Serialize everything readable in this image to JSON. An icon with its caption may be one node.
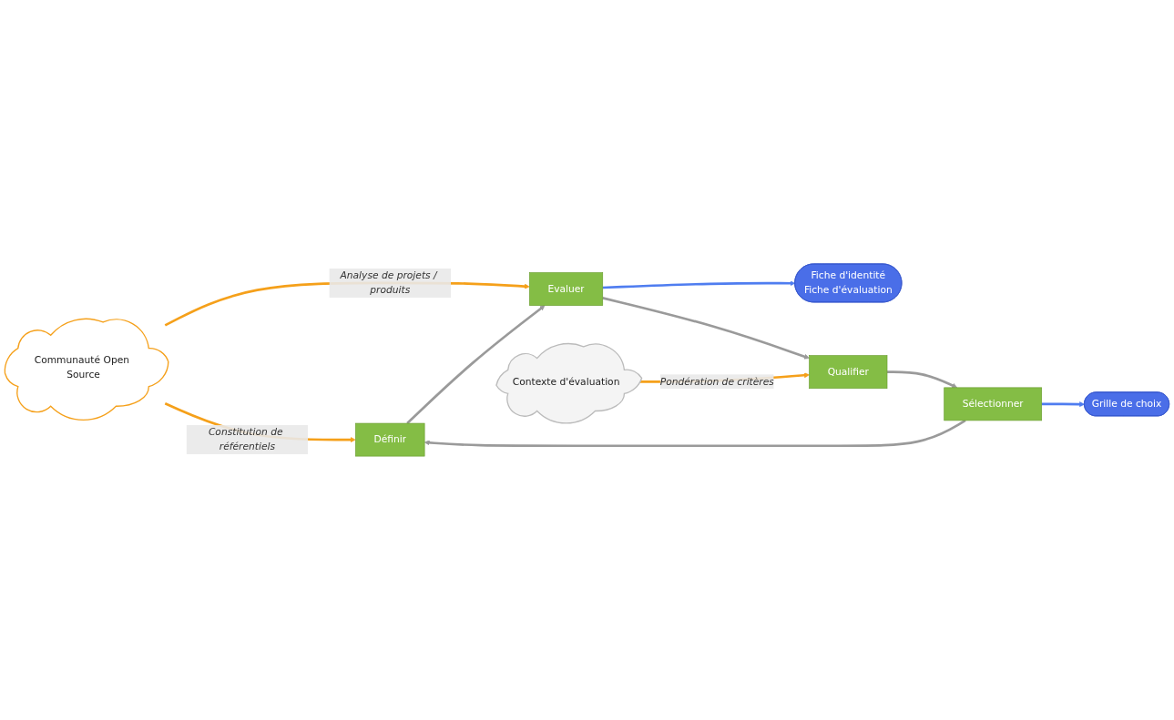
{
  "diagram": {
    "nodes": [
      {
        "text": [
          "Communauté Open Source"
        ]
      },
      {
        "text": [
          "Définir"
        ]
      },
      {
        "text": [
          "Evaluer"
        ]
      },
      {
        "text": [
          "Fiche d'identité",
          "Fiche d'évaluation"
        ]
      },
      {
        "text": [
          "Qualifier"
        ]
      },
      {
        "text": [
          "Contexte d'évaluation"
        ]
      },
      {
        "text": [
          "Sélectionner"
        ]
      },
      {
        "text": [
          "Grille de choix"
        ]
      }
    ],
    "edges": [
      {
        "from": 0,
        "to": 1,
        "arrow": "to",
        "label": "Constitution de référentiels",
        "color": "#f5a01a"
      },
      {
        "from": 0,
        "to": 2,
        "arrow": "to",
        "label": "Analyse de projets / produits",
        "color": "#f5a01a"
      },
      {
        "from": 1,
        "to": 2,
        "arrow": "to"
      },
      {
        "from": 2,
        "to": 3,
        "arrow": "to",
        "color": "#4f7df0"
      },
      {
        "from": 2,
        "to": 4,
        "arrow": "to"
      },
      {
        "from": 5,
        "to": 4,
        "arrow": "to",
        "label": "Pondération de critères",
        "color": "#f5a01a"
      },
      {
        "from": 4,
        "to": 6,
        "arrow": "to"
      },
      {
        "from": 6,
        "to": 7,
        "arrow": "to",
        "color": "#4f7df0"
      },
      {
        "from": 6,
        "to": 1,
        "arrow": "to"
      }
    ]
  }
}
